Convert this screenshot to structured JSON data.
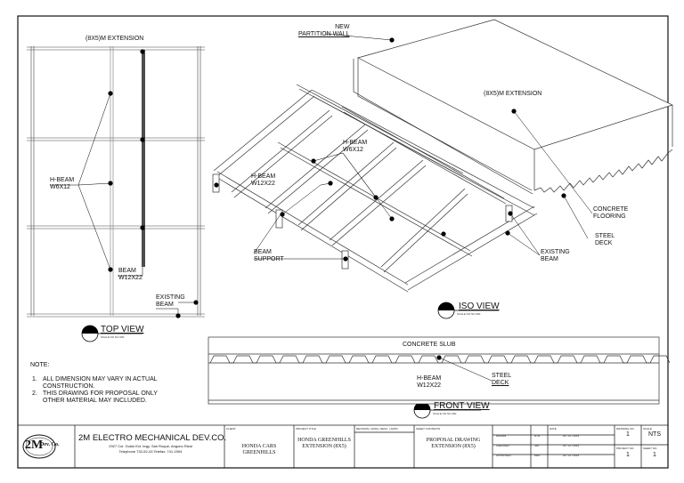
{
  "top_view": {
    "title": "(8X5)M EXTENSION",
    "label_hbeam": [
      "H-BEAM",
      "W6X12"
    ],
    "label_beam": [
      "BEAM",
      "W12X22"
    ],
    "label_existing": [
      "EXISTING",
      "BEAM"
    ],
    "view_title": "TOP VIEW",
    "view_scale": "SCALE      NO NO 000"
  },
  "iso_view": {
    "label_partition": [
      "NEW",
      "PARTITION WALL"
    ],
    "label_extension": "(8X5)M EXTENSION",
    "label_hbeam_small": [
      "H-BEAM",
      "W6X12"
    ],
    "label_hbeam_big": [
      "H-BEAM",
      "W12X22"
    ],
    "label_support": [
      "BEAM",
      "SUPPORT"
    ],
    "label_concrete": [
      "CONCRETE",
      "FLOORING"
    ],
    "label_steel": [
      "STEEL",
      "DECK"
    ],
    "label_existing": [
      "EXISTING",
      "BEAM"
    ],
    "view_title": "ISO VIEW",
    "view_scale": "SCALE      NO NO 000"
  },
  "front_view": {
    "label_slab": "CONCRETE SLUB",
    "label_hbeam": [
      "H-BEAM",
      "W12X22"
    ],
    "label_steel": [
      "STEEL",
      "DECK"
    ],
    "view_title": "FRONT VIEW",
    "view_scale": "SCALE      NO NO 000"
  },
  "notes": {
    "heading": "NOTE:",
    "items": [
      {
        "num": "1.",
        "lines": [
          "ALL DIMENSION MAY VARY IN ACTUAL",
          "CONSTRUCTION."
        ]
      },
      {
        "num": "2.",
        "lines": [
          "THIS DRAWING FOR PROPOSAL ONLY",
          "OTHER MATERIAL MAY INCLUDED."
        ]
      }
    ]
  },
  "title_block": {
    "logo_text": "2M",
    "logo_sub": "Dev. Co.",
    "company": "2M ELECTRO MECHANICAL DEV.CO.",
    "address": "2927 Col. Guido Ext. brgy. San Roque, Angono Rizal",
    "telephone": "Telephone 732-52-43 Telefax: 741-1594",
    "client_head": "CLIENT",
    "client": "HONDA CARS GREENHILLS",
    "project_head": "PROJECT TITLE",
    "project": "HONDA GREENHILLS EXTENSION (8X5)",
    "revision_head": "REVISION | DATE | DESC. | APPD",
    "sheet_head": "SHEET CONTENTS",
    "sheet": "PROPOSAL DRAWING EXTENSION (8X5)",
    "drawn_label": "DRAWN",
    "drawn_by": "RTR",
    "checked_label": "CHECKED",
    "checked_by": "JAP",
    "approved_label": "APPROVED",
    "approved_by": "MAP",
    "date_head": "DATE",
    "date_value": "03 / 11 / 2015",
    "drawing_no_head": "DRAWING NO.",
    "drawing_no": "1",
    "scale_head": "SCALE",
    "scale": "NTS",
    "project_no_head": "PROJECT NO.",
    "project_no": "1",
    "sheet_no_head": "SHEET NO.",
    "sheet_no": "1"
  }
}
